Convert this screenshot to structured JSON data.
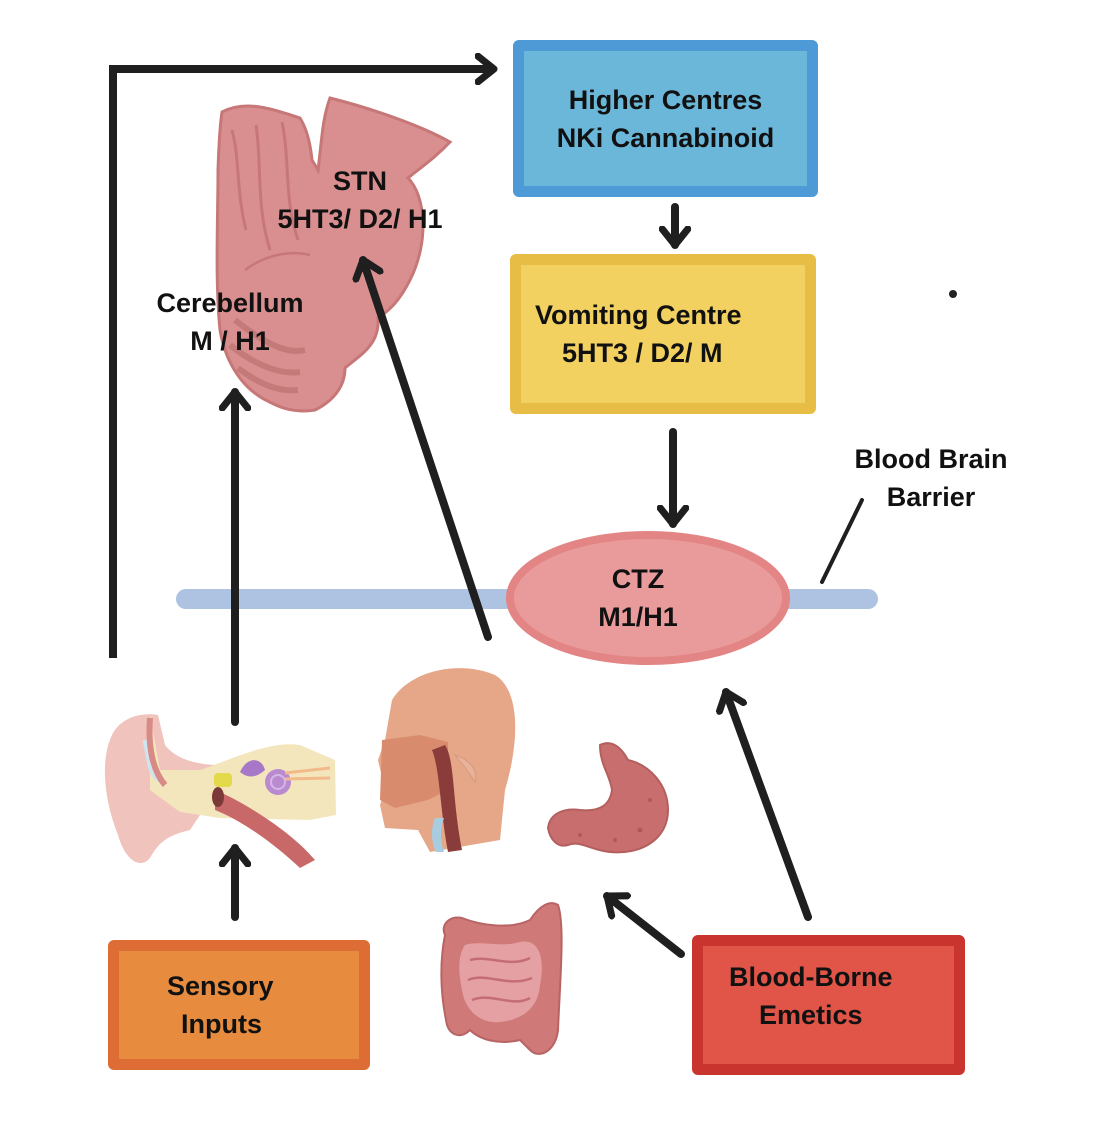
{
  "diagram": {
    "title": "Pathways of nausea and vomiting",
    "nodes": {
      "higher_centres": {
        "line1": "Higher Centres",
        "line2": "NKi Cannabinoid",
        "fill": "#6ab7d9",
        "border": "#4d9ad6"
      },
      "vomiting_centre": {
        "line1": "Vomiting Centre",
        "line2": "5HT3 / D2/ M",
        "fill": "#f2d160",
        "border": "#e8bd45"
      },
      "ctz": {
        "line1": "CTZ",
        "line2": "M1/H1",
        "fill": "#e99b9b",
        "border": "#e38585"
      },
      "stn": {
        "line1": "STN",
        "line2": "5HT3/ D2/ H1"
      },
      "cerebellum": {
        "line1": "Cerebellum",
        "line2": "M / H1"
      },
      "blood_brain_barrier": {
        "line1": "Blood Brain",
        "line2": "Barrier",
        "color": "#aec2e2"
      },
      "sensory_inputs": {
        "line1": "Sensory",
        "line2": "Inputs",
        "fill": "#e78c3f",
        "border": "#de6c35"
      },
      "blood_borne_emetics": {
        "line1": "Blood-Borne",
        "line2": "Emetics",
        "fill": "#e05548",
        "border": "#c9342e"
      }
    },
    "illustrations": [
      "brainstem",
      "inner-ear",
      "head-throat",
      "stomach",
      "intestines"
    ],
    "edges": [
      {
        "from": "ear",
        "to": "higher_centres"
      },
      {
        "from": "higher_centres",
        "to": "vomiting_centre"
      },
      {
        "from": "vomiting_centre",
        "to": "ctz"
      },
      {
        "from": "ear",
        "to": "cerebellum"
      },
      {
        "from": "head_throat",
        "to": "stn"
      },
      {
        "from": "sensory_inputs",
        "to": "ear"
      },
      {
        "from": "blood_borne_emetics",
        "to": "ctz"
      },
      {
        "from": "blood_borne_emetics",
        "to": "stomach"
      }
    ],
    "colors": {
      "arrow": "#1f1f1f",
      "brain": "#d98f8f",
      "brain_outline": "#c77777"
    }
  }
}
